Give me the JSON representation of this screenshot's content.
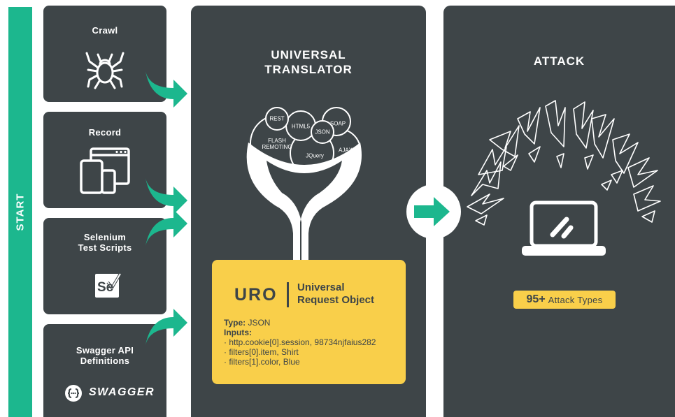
{
  "start_label": "START",
  "sources": [
    {
      "title": "Crawl",
      "icon": "spider-icon"
    },
    {
      "title": "Record",
      "icon": "devices-icon"
    },
    {
      "title_lines": [
        "Selenium",
        "Test Scripts"
      ],
      "icon": "selenium-icon",
      "icon_text": "Se"
    },
    {
      "title_lines": [
        "Swagger API",
        "Definitions"
      ],
      "icon": "swagger-logo-icon",
      "logo_text": "SWAGGER"
    }
  ],
  "translator": {
    "title_lines": [
      "UNIVERSAL",
      "TRANSLATOR"
    ],
    "bubbles": [
      "REST",
      "HTML5",
      "SOAP",
      "JSON",
      "FLASH REMOTING",
      "JQuery",
      "AJAX"
    ]
  },
  "uro": {
    "acronym": "URO",
    "name_lines": [
      "Universal",
      "Request Object"
    ],
    "type_label": "Type:",
    "type_value": "JSON",
    "inputs_label": "Inputs:",
    "inputs": [
      "· http.cookie[0].session, 98734njfaius282",
      "· filters[0].item, Shirt",
      "· filters[1].color, Blue"
    ]
  },
  "attack": {
    "title": "ATTACK",
    "badge_number": "95+",
    "badge_text": "Attack Types"
  },
  "colors": {
    "panel": "#3e4548",
    "accent_green": "#1cb78e",
    "accent_yellow": "#f9cf4a",
    "background": "#ffffff"
  }
}
